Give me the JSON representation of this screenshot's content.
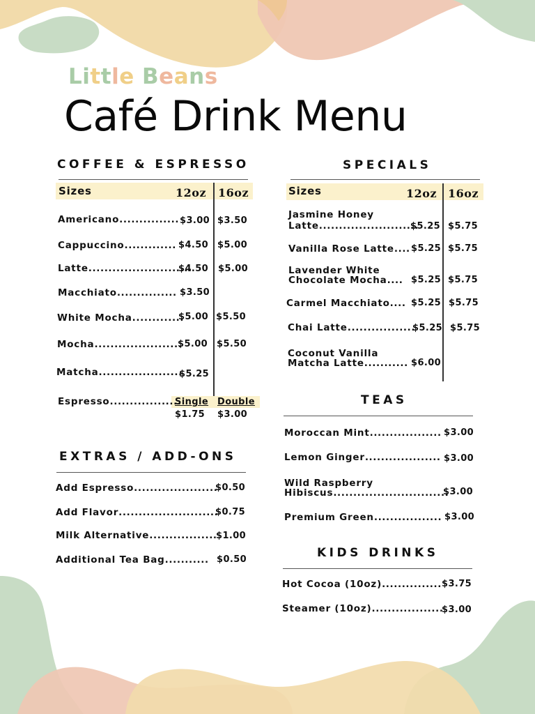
{
  "brand": {
    "name_letters": [
      "L",
      "i",
      "t",
      "t",
      "l",
      "e",
      " ",
      "B",
      "e",
      "a",
      "n",
      "s"
    ],
    "name": "Little Beans",
    "colors": [
      "#a9cca7",
      "#efb89e",
      "#f0cf88"
    ]
  },
  "title": "Café Drink Menu",
  "palette": {
    "green": "#c8dcc5",
    "peach": "#efc7b3",
    "sand": "#f2dbab",
    "band": "#fbf1cc"
  },
  "coffee": {
    "heading": "COFFEE & ESPRESSO",
    "header": {
      "sizes": "Sizes",
      "col1": "12oz",
      "col2": "16oz"
    },
    "items": [
      {
        "name": "Americano",
        "dots": "...............",
        "p12": "$3.00",
        "p16": "$3.50"
      },
      {
        "name": "Cappuccino",
        "dots": ".............",
        "p12": "$4.50",
        "p16": "$5.00"
      },
      {
        "name": "Latte",
        "dots": "..........................",
        "p12": "$4.50",
        "p16": "$5.00"
      },
      {
        "name": "Macchiato",
        "dots": "...............",
        "p12": "$3.50",
        "p16": ""
      },
      {
        "name": "White Mocha",
        "dots": ".............",
        "p12": "$5.00",
        "p16": "$5.50"
      },
      {
        "name": "Mocha",
        "dots": "......................",
        "p12": "$5.00",
        "p16": "$5.50"
      },
      {
        "name": "Matcha",
        "dots": ".....................",
        "p12": "$5.25",
        "p16": ""
      }
    ],
    "espresso": {
      "name": "Espresso",
      "dots": "..................",
      "single_label": "Single",
      "double_label": "Double",
      "single": "$1.75",
      "double": "$3.00"
    }
  },
  "extras": {
    "heading": "EXTRAS / ADD-ONS",
    "items": [
      {
        "name": "Add Espresso",
        "dots": ".....................",
        "price": "$0.50"
      },
      {
        "name": "Add Flavor",
        "dots": ".........................",
        "price": "$0.75"
      },
      {
        "name": "Milk Alternative",
        "dots": ".................",
        "price": "$1.00"
      },
      {
        "name": "Additional Tea Bag",
        "dots": "...........",
        "price": "$0.50"
      }
    ]
  },
  "specials": {
    "heading": "SPECIALS",
    "header": {
      "sizes": "Sizes",
      "col1": "12oz",
      "col2": "16oz"
    },
    "items": [
      {
        "line1": "Jasmine Honey",
        "line2": "Latte",
        "dots": ".........................",
        "p12": "$5.25",
        "p16": "$5.75"
      },
      {
        "line1": "",
        "line2": "Vanilla Rose Latte",
        "dots": "....",
        "p12": "$5.25",
        "p16": "$5.75"
      },
      {
        "line1": "Lavender White",
        "line2": "Chocolate Mocha",
        "dots": "....",
        "p12": "$5.25",
        "p16": "$5.75"
      },
      {
        "line1": "",
        "line2": "Carmel Macchiato",
        "dots": "....",
        "p12": "$5.25",
        "p16": "$5.75"
      },
      {
        "line1": "",
        "line2": "Chai Latte",
        "dots": ".................",
        "p12": "$5.25",
        "p16": "$5.75"
      },
      {
        "line1": "Coconut Vanilla",
        "line2": "Matcha Latte",
        "dots": "...........",
        "p12": "$6.00",
        "p16": ""
      }
    ]
  },
  "teas": {
    "heading": "TEAS",
    "items": [
      {
        "line1": "",
        "line2": "Moroccan Mint",
        "dots": "..................",
        "price": "$3.00"
      },
      {
        "line1": "",
        "line2": "Lemon Ginger",
        "dots": "...................",
        "price": "$3.00"
      },
      {
        "line1": "Wild Raspberry",
        "line2": "Hibiscus",
        "dots": ".............................",
        "price": "$3.00"
      },
      {
        "line1": "",
        "line2": "Premium Green",
        "dots": ".................",
        "price": "$3.00"
      }
    ]
  },
  "kids": {
    "heading": "KIDS DRINKS",
    "items": [
      {
        "name": "Hot Cocoa (10oz)",
        "dots": "...............",
        "price": "$3.75"
      },
      {
        "name": "Steamer (10oz)",
        "dots": "..................",
        "price": "$3.00"
      }
    ]
  }
}
